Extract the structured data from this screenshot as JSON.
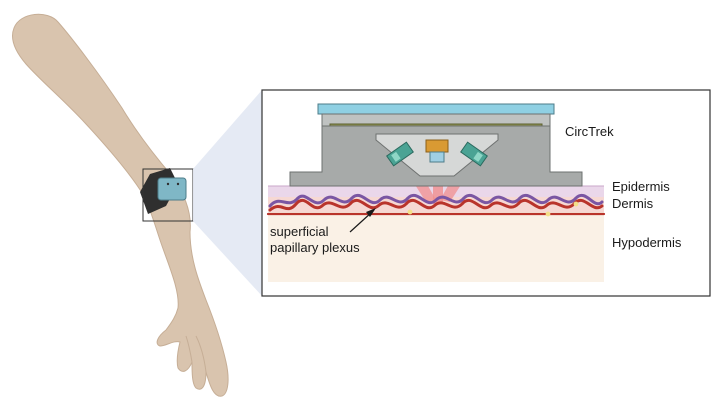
{
  "labels": {
    "device": "CircTrek",
    "epidermis": "Epidermis",
    "dermis": "Dermis",
    "hypodermis": "Hypodermis",
    "plexus_line1": "superficial",
    "plexus_line2": "papillary plexus"
  },
  "colors": {
    "skin_arm": "#d9c4ae",
    "callout_fill": "#e4e9f3",
    "device_body": "#a7aaa9",
    "device_top": "#8fd0e3",
    "pcb": "#8c8f4e",
    "vessel_artery": "#b9342b",
    "vessel_vein": "#7a56a3",
    "light_beam": "#f08f8f",
    "led": "#4aa394",
    "sensor": "#d99a33"
  }
}
